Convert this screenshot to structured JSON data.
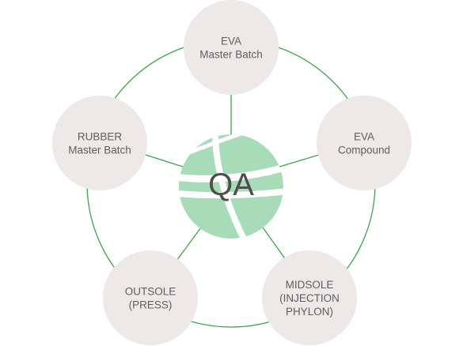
{
  "center": {
    "label": "QA",
    "globe_color": "#a8dcb9",
    "ring_color": "#3aa64a"
  },
  "nodes": [
    {
      "id": "eva-master-batch",
      "lines": [
        "EVA",
        "Master Batch"
      ]
    },
    {
      "id": "eva-compound",
      "lines": [
        "EVA",
        "Compound"
      ]
    },
    {
      "id": "midsole",
      "lines": [
        "MIDSOLE",
        "(INJECTION",
        "PHYLON)"
      ]
    },
    {
      "id": "outsole",
      "lines": [
        "OUTSOLE",
        "(PRESS)"
      ]
    },
    {
      "id": "rubber-master-batch",
      "lines": [
        "RUBBER",
        "Master Batch"
      ]
    }
  ]
}
